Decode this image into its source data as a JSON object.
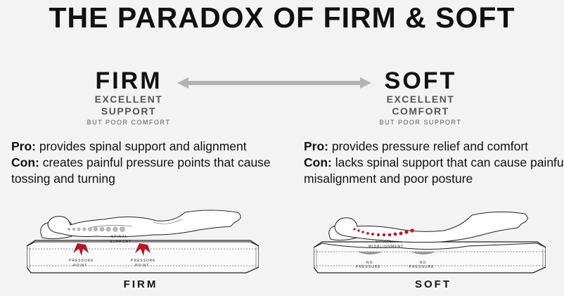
{
  "title": "THE PARADOX OF FIRM & SOFT",
  "firm": {
    "heading": "FIRM",
    "subheading_line1": "EXCELLENT",
    "subheading_line2": "SUPPORT",
    "caption": "BUT POOR COMFORT",
    "pro_label": "Pro:",
    "pro_text": " provides spinal support and alignment",
    "con_label": "Con:",
    "con_text": " creates painful pressure points that cause tossing and turning",
    "spinal_label_1": "SPINAL",
    "spinal_label_2": "SUPPORT",
    "pressure_label_1": "PRESSURE",
    "pressure_label_2": "POINT",
    "bottom_label": "FIRM"
  },
  "soft": {
    "heading": "SOFT",
    "subheading_line1": "EXCELLENT",
    "subheading_line2": "COMFORT",
    "caption": "BUT POOR SUPPORT",
    "pro_label": "Pro:",
    "pro_text": " provides pressure relief and comfort",
    "con_label": "Con:",
    "con_text": " lacks spinal support that can cause painful misalignment and poor posture",
    "spinal_label_1": "SPINAL",
    "spinal_label_2": "MISALIGNMENT",
    "pressure_label_1": "NO",
    "pressure_label_2": "PRESSURE",
    "bottom_label": "SOFT"
  },
  "colors": {
    "arrow": "#b3b3b3",
    "pressure_red": "#b5172a",
    "spine_gray": "#b8b8b8",
    "spine_red": "#c0182b"
  }
}
